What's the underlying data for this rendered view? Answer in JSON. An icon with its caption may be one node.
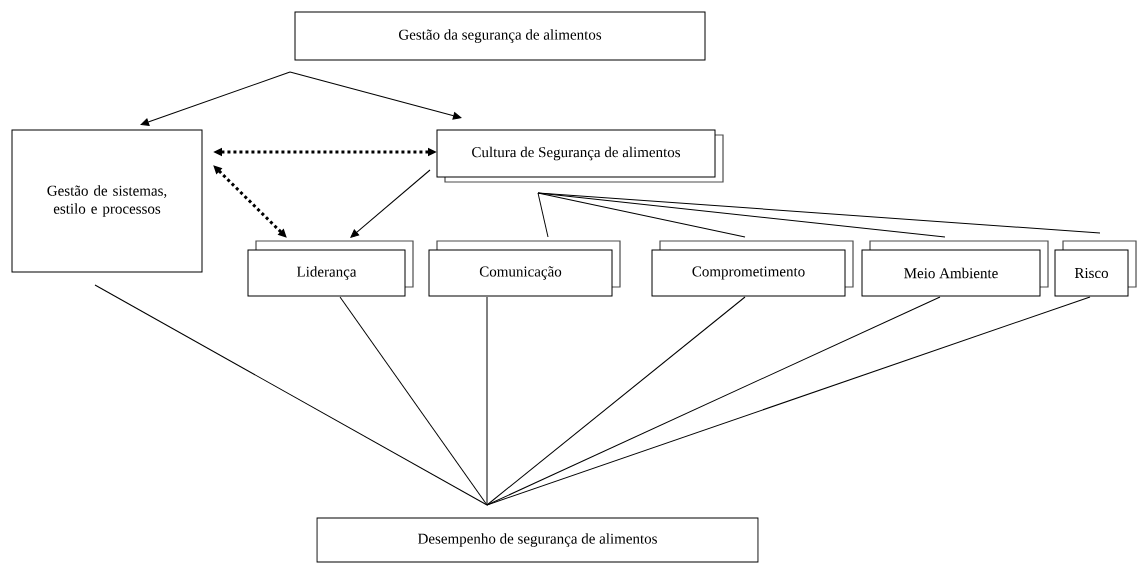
{
  "diagram": {
    "nodes": [
      {
        "text": [
          "Gestão da segurança de alimentos"
        ]
      },
      {
        "text": [
          "Gestão de sistemas, estilo e processos"
        ]
      },
      {
        "text": [
          "Cultura de Segurança de alimentos"
        ]
      },
      {
        "text": [
          "Liderança"
        ]
      },
      {
        "text": [
          "Comunicação"
        ]
      },
      {
        "text": [
          "Comprometimento"
        ]
      },
      {
        "text": [
          "Meio Ambiente"
        ]
      },
      {
        "text": [
          "Risco"
        ]
      },
      {
        "text": [
          "Desempenho de segurança de alimentos"
        ]
      }
    ],
    "edges": [
      {
        "from": 0,
        "to": 1,
        "arrow": "to"
      },
      {
        "from": 0,
        "to": 2,
        "arrow": "to"
      },
      {
        "from": 1,
        "to": 2,
        "arrow": "both",
        "style": "dashed"
      },
      {
        "from": 1,
        "to": 3,
        "arrow": "both",
        "style": "dashed"
      },
      {
        "from": 2,
        "to": 3,
        "arrow": "to"
      },
      {
        "from": 2,
        "to": 4,
        "arrow": "none"
      },
      {
        "from": 2,
        "to": 5,
        "arrow": "none"
      },
      {
        "from": 2,
        "to": 6,
        "arrow": "none"
      },
      {
        "from": 2,
        "to": 7,
        "arrow": "none"
      },
      {
        "from": 1,
        "to": 8,
        "arrow": "none"
      },
      {
        "from": 3,
        "to": 8,
        "arrow": "none"
      },
      {
        "from": 4,
        "to": 8,
        "arrow": "none"
      },
      {
        "from": 5,
        "to": 8,
        "arrow": "none"
      },
      {
        "from": 6,
        "to": 8,
        "arrow": "none"
      },
      {
        "from": 7,
        "to": 8,
        "arrow": "none"
      }
    ]
  }
}
